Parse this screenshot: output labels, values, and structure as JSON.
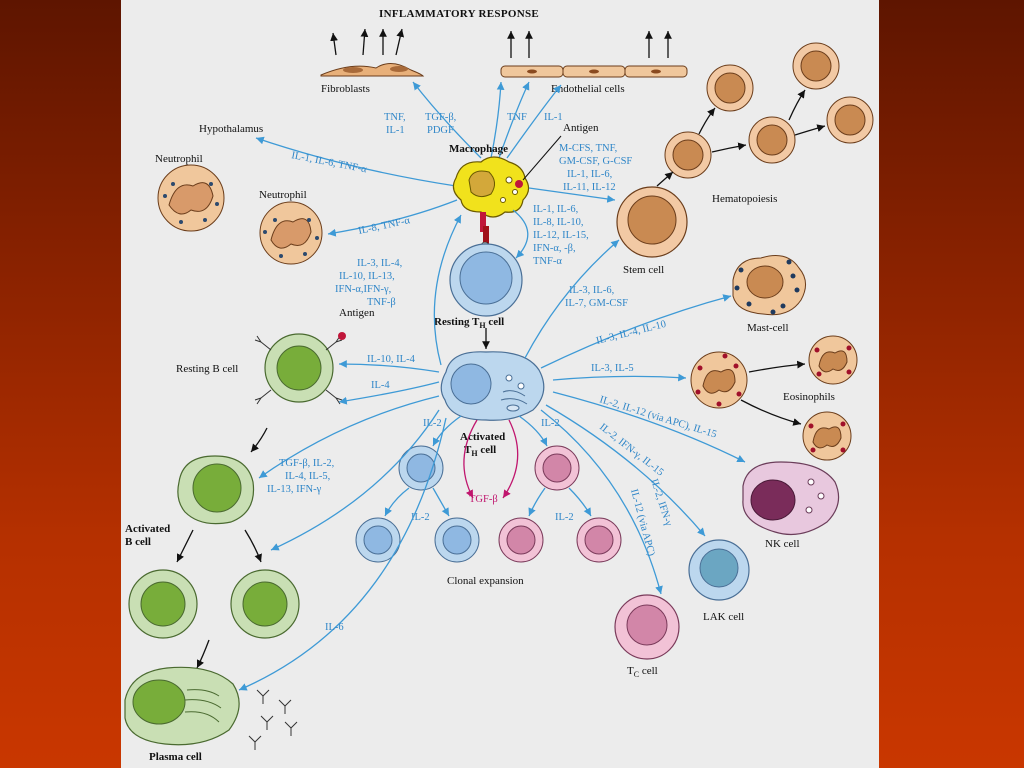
{
  "title": "INFLAMMATORY RESPONSE",
  "cells": {
    "fibroblasts": "Fibroblasts",
    "endothelial": "Endothelial cells",
    "hypothalamus": "Hypothalamus",
    "neutrophil1": "Neutrophil",
    "neutrophil2": "Neutrophil",
    "macrophage": "Macrophage",
    "antigen1": "Antigen",
    "antigen2": "Antigen",
    "stem_cell": "Stem cell",
    "hematopoiesis": "Hematopoiesis",
    "resting_th_main": "Resting T",
    "resting_th_sub": "H",
    "resting_th_tail": " cell",
    "activated_th_line1": "Activated",
    "activated_th_main": "T",
    "activated_th_sub": "H",
    "activated_th_tail": " cell",
    "mast_cell": "Mast-cell",
    "eosinophils": "Eosinophils",
    "nk_cell": "NK cell",
    "lak_cell": "LAK cell",
    "tc_main": "T",
    "tc_sub": "C",
    "tc_tail": " cell",
    "resting_b": "Resting B cell",
    "activated_b_line1": "Activated",
    "activated_b_line2": "B cell",
    "plasma_cell": "Plasma cell",
    "clonal_expansion": "Clonal expansion"
  },
  "cytokines": {
    "tnf_il1_a": "TNF,",
    "tnf_il1_b": "IL-1",
    "tgfb_pdgf_a": "TGF-β,",
    "tgfb_pdgf_b": "PDGF",
    "tnf": "TNF",
    "il1": "IL-1",
    "hypo": "IL-1, IL-6, TNF-α",
    "neut": "IL-8, TNF-α",
    "mcsf_1": "M-CFS, TNF,",
    "mcsf_2": "GM-CSF, G-CSF",
    "mcsf_3": "IL-1, IL-6,",
    "mcsf_4": "IL-11, IL-12",
    "mac_th_1": "IL-1, IL-6,",
    "mac_th_2": "IL-8, IL-10,",
    "mac_th_3": "IL-12, IL-15,",
    "mac_th_4": "IFN-α, -β,",
    "mac_th_5": "TNF-α",
    "th_mac_1": "IL-3, IL-4,",
    "th_mac_2": "IL-10, IL-13,",
    "th_mac_3": "IFN-α,IFN-γ,",
    "th_mac_4": "TNF-β",
    "stem_1": "IL-3, IL-6,",
    "stem_2": "IL-7, GM-CSF",
    "mast": "IL-3, IL-4, IL-10",
    "eos": "IL-3, IL-5",
    "nk": "IL-2, IL-12 (via APC), IL-15",
    "lak": "IL-2, IFN-γ, IL-15",
    "tc_1": "IL-2, IFN-γ",
    "tc_2": "IL-12 (via APC)",
    "rb": "IL-10, IL-4",
    "il4": "IL-4",
    "ab_1": "TGF-β, IL-2,",
    "ab_2": "IL-4, IL-5,",
    "ab_3": "IL-13, IFN-γ",
    "il6": "IL-6",
    "il2_a": "IL-2",
    "il2_b": "IL-2",
    "il2_c": "IL-2",
    "il2_d": "IL-2",
    "tgfb": "TGF-β"
  },
  "colors": {
    "background_top": "#5e1500",
    "background_bottom": "#c93700",
    "panel": "#ececec",
    "cytokine_text": "#2f86c8",
    "tgf_text": "#c0166e",
    "th_cell": "#bcd7ee",
    "b_cell": "#c9dfb4",
    "stem_cell": "#f2c9a4",
    "macrophage": "#f1e21c"
  }
}
